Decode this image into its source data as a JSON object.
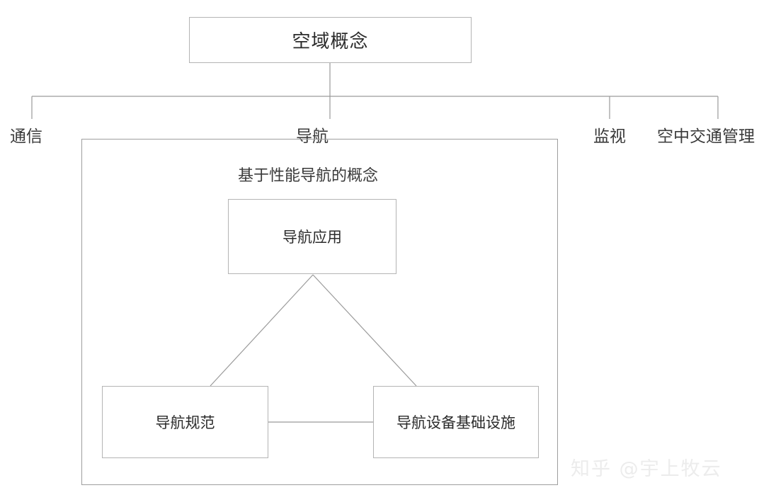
{
  "diagram": {
    "title": "空域概念",
    "root": {
      "label": "空域概念"
    },
    "branches": [
      {
        "id": "communication",
        "label": "通信"
      },
      {
        "id": "navigation",
        "label": "导航"
      },
      {
        "id": "surveillance",
        "label": "监视"
      },
      {
        "id": "air-traffic-management",
        "label": "空中交通管理"
      }
    ],
    "navigation_group": {
      "heading": "基于性能导航的概念",
      "nodes": [
        {
          "id": "navigation-application",
          "label": "导航应用"
        },
        {
          "id": "navigation-specification",
          "label": "导航规范"
        },
        {
          "id": "navigation-infrastructure",
          "label": "导航设备基础设施"
        }
      ]
    },
    "watermark": "知乎 @宇上牧云",
    "colors": {
      "box_border": "#b4b4b4",
      "outer_border": "#9e9e9e",
      "connector": "#9a9a9a",
      "text": "#3a3a3a",
      "background": "#ffffff",
      "watermark": "#ececec"
    }
  }
}
